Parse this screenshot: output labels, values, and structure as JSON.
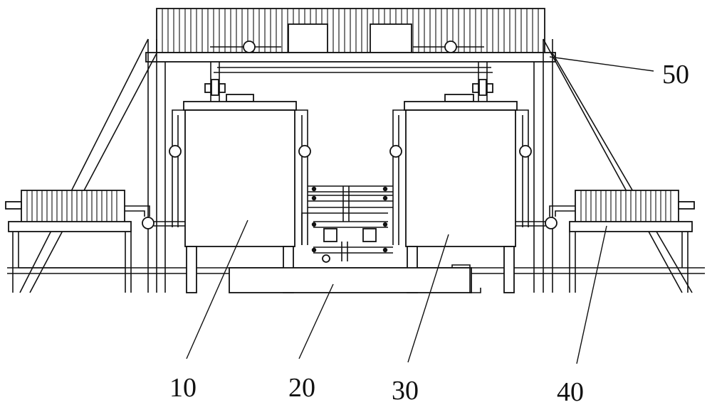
{
  "figure": {
    "labels": {
      "l10": "10",
      "l20": "20",
      "l30": "30",
      "l40": "40",
      "l50": "50"
    }
  }
}
